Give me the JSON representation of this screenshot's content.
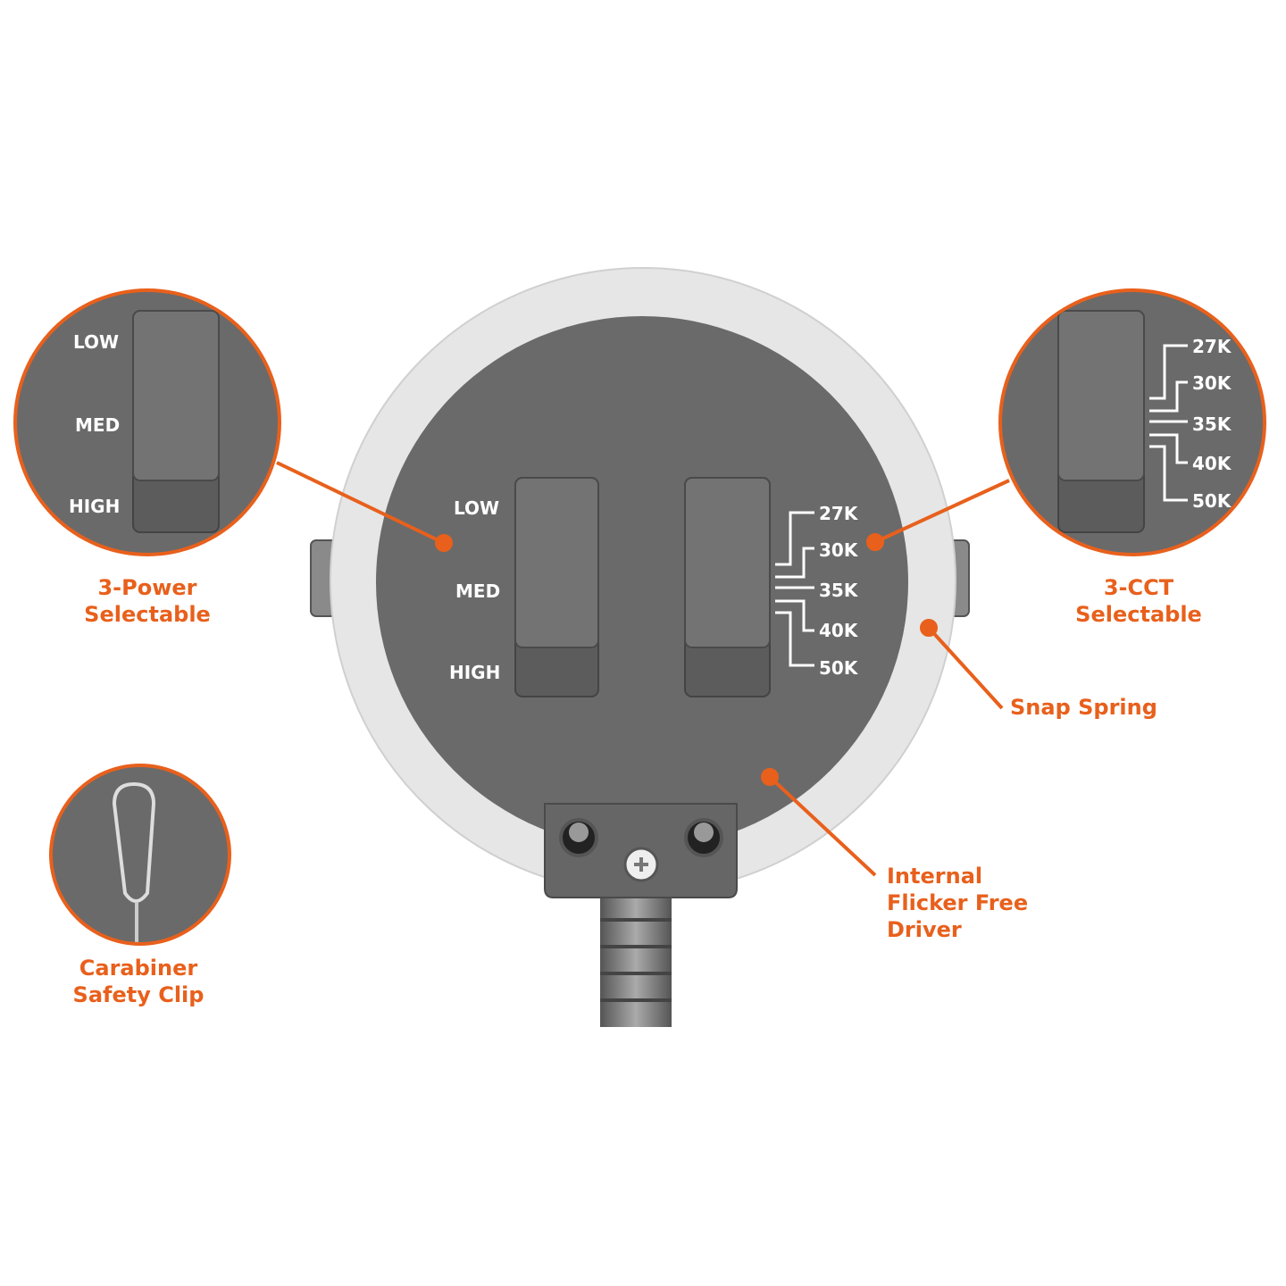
{
  "colors": {
    "accent": "#e8601c",
    "housing": "#6a6a6a",
    "ring": "#e6e6e6"
  },
  "power_switch": {
    "positions": [
      "LOW",
      "MED",
      "HIGH"
    ]
  },
  "cct_switch": {
    "positions": [
      "27K",
      "30K",
      "35K",
      "40K",
      "50K"
    ]
  },
  "callouts": {
    "power": [
      "3-Power",
      "Selectable"
    ],
    "cct": [
      "3-CCT",
      "Selectable"
    ],
    "snap_spring": "Snap Spring",
    "driver": [
      "Internal",
      "Flicker Free",
      "Driver"
    ],
    "carabiner": [
      "Carabiner",
      "Safety Clip"
    ]
  }
}
